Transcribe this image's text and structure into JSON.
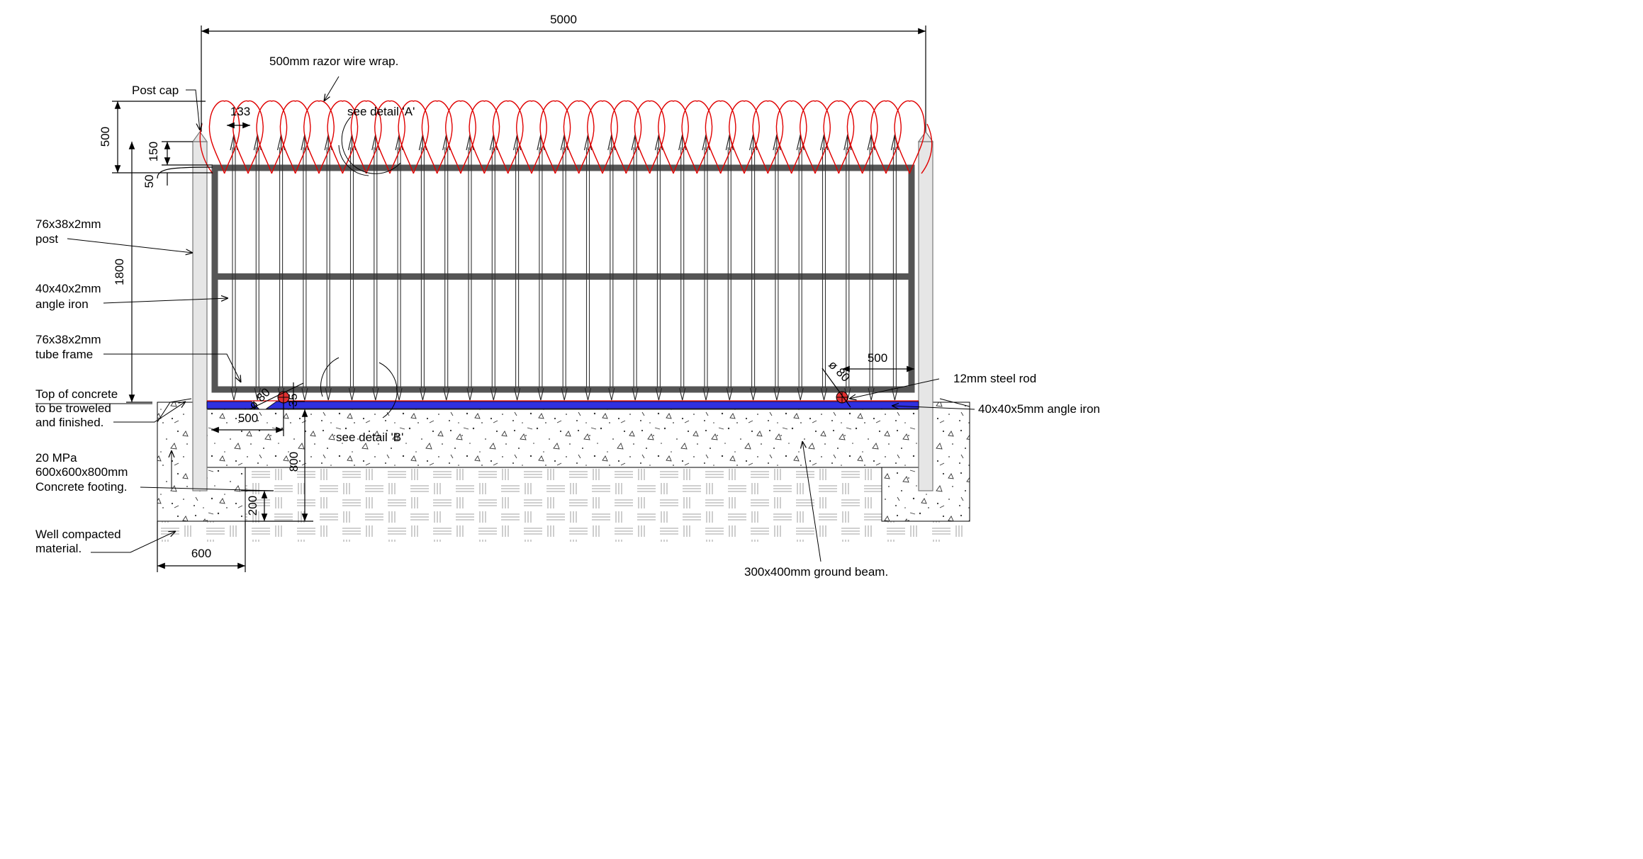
{
  "dimensions": {
    "overall_width": "5000",
    "wire_height": "500",
    "spike_spacing": "133",
    "top_offset": "150",
    "cap_offset": "50",
    "fence_height": "1800",
    "right_rod_distance": "500",
    "left_rod_distance": "500",
    "left_rod_dia": "ø 80",
    "right_rod_dia": "ø 80",
    "bottom_gap": "35",
    "beam_depth": "800",
    "beam_base": "200",
    "footing_width": "600"
  },
  "labels": {
    "razor_wire": "500mm razor wire wrap.",
    "post_cap": "Post cap",
    "detail_a": "see detail 'A'",
    "detail_b": "see detail 'B'",
    "post_1": "76x38x2mm",
    "post_2": "post",
    "angle_1": "40x40x2mm",
    "angle_2": "angle iron",
    "tube_1": "76x38x2mm",
    "tube_2": "tube frame",
    "concrete_1": "Top of concrete",
    "concrete_2": "to be troweled",
    "concrete_3": "and finished.",
    "footing_1": "20 MPa",
    "footing_2": "600x600x800mm",
    "footing_3": "Concrete footing.",
    "compacted_1": "Well compacted",
    "compacted_2": "material.",
    "steel_rod": "12mm steel rod",
    "angle_iron_bottom": "40x40x5mm angle iron",
    "ground_beam": "300x400mm ground beam."
  },
  "colors": {
    "razor_wire": "#e00000",
    "frame": "#555555",
    "angle_iron_fill": "#3030e0",
    "rod": "#e03030",
    "post_fill": "#e6e6e6"
  }
}
